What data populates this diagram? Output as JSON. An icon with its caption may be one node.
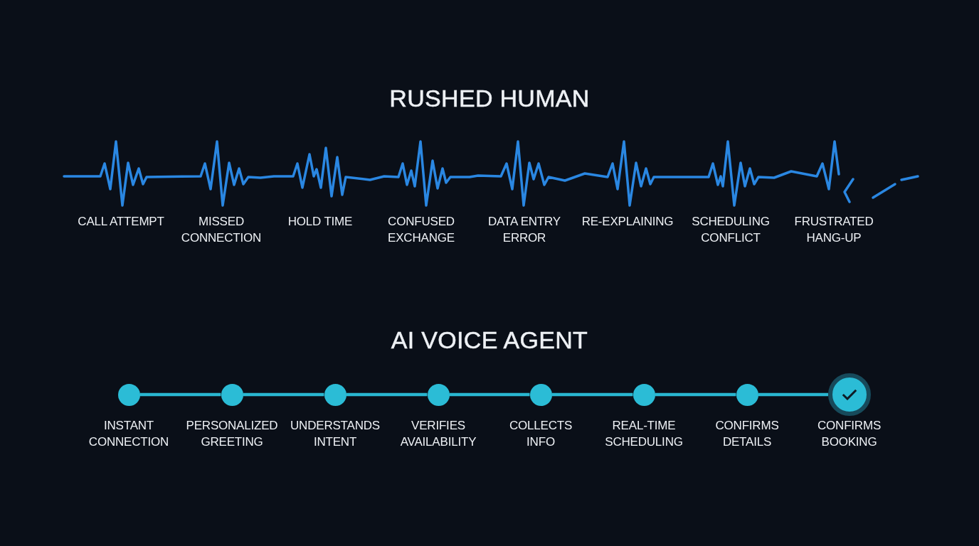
{
  "diagram": {
    "nodes": [
      {
        "text": [
          "INSTANT CONNECTION"
        ]
      },
      {
        "text": [
          "PERSONALIZED GREETING"
        ]
      },
      {
        "text": [
          "UNDERSTANDS INTENT"
        ]
      },
      {
        "text": [
          "VERIFIES AVAILABILITY"
        ]
      },
      {
        "text": [
          "COLLECTS INFO"
        ]
      },
      {
        "text": [
          "REAL-TIME SCHEDULING"
        ]
      },
      {
        "text": [
          "CONFIRMS DETAILS"
        ]
      },
      {
        "text": [
          "CONFIRMS BOOKING"
        ]
      }
    ],
    "edges": [
      {
        "from": 0,
        "to": 1,
        "arrow": "none"
      },
      {
        "from": 1,
        "to": 2,
        "arrow": "none"
      },
      {
        "from": 2,
        "to": 3,
        "arrow": "none"
      },
      {
        "from": 3,
        "to": 4,
        "arrow": "none"
      },
      {
        "from": 4,
        "to": 5,
        "arrow": "none"
      },
      {
        "from": 5,
        "to": 6,
        "arrow": "none"
      },
      {
        "from": 6,
        "to": 7,
        "arrow": "none"
      }
    ],
    "labels": [
      "RUSHED HUMAN",
      "CALL ATTEMPT",
      "MISSED CONNECTION",
      "HOLD TIME",
      "CONFUSED EXCHANGE",
      "DATA ENTRY ERROR",
      "RE-EXPLAINING",
      "SCHEDULING CONFLICT",
      "FRUSTRATED HANG-UP",
      "AI VOICE AGENT"
    ]
  }
}
